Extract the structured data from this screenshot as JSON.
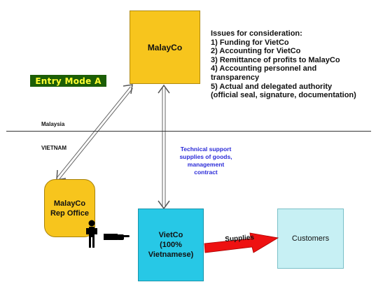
{
  "entry_mode_label": "Entry Mode A",
  "nodes": {
    "malayco": "MalayCo",
    "rep_office": [
      "MalayCo",
      "Rep Office"
    ],
    "vietco": [
      "VietCo",
      "(100%",
      "Vietnamese)"
    ],
    "customers": "Customers"
  },
  "issues": {
    "heading": "Issues for consideration:",
    "items": [
      "1) Funding for VietCo",
      "2) Accounting for VietCo",
      "3) Remittance of profits to MalayCo",
      "4) Accounting personnel and",
      "transparency",
      "5) Actual and delegated authority",
      "(official seal, signature, documentation)"
    ]
  },
  "regions": {
    "upper": "Malaysia",
    "lower": "VIETNAM"
  },
  "links": {
    "technical_support": [
      "Technical support",
      "supplies of goods,",
      "management",
      "contract"
    ],
    "supplies": "Supplies"
  },
  "colors": {
    "malayco_fill": "#f7c51d",
    "vietco_fill": "#27c8e6",
    "customers_fill": "#c7f0f4",
    "entry_mode_bg": "#1c5e06",
    "entry_mode_text": "#ffff33",
    "supplies_arrow": "#ee1111",
    "annotation_text": "#2b2bd8"
  },
  "icons": [
    "person-icon",
    "pointing-hand-icon"
  ]
}
